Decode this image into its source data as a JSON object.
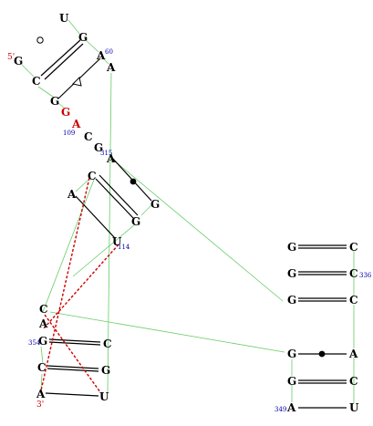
{
  "diagram": {
    "colors": {
      "base": "#000000",
      "highlight": "#cc0000",
      "number": "#0000aa",
      "backbone": "#66cc66",
      "pair": "#000000",
      "tertiary": "#cc0000"
    },
    "nucleotides": {
      "u_top": "U",
      "g_t1": "G",
      "a60": "A",
      "a_t2": "A",
      "g5": "G",
      "c_t3": "C",
      "g_t4": "G",
      "g_red": "G",
      "a_red": "A",
      "c_m1": "C",
      "g_m2": "G",
      "a315": "A",
      "c_m3": "C",
      "a_m4": "A",
      "g_m5": "G",
      "g_m6": "G",
      "u114": "U",
      "g_r1": "G",
      "c_r1": "C",
      "g_r2": "G",
      "c336": "C",
      "g_r3": "G",
      "c_r3": "C",
      "g_r4": "G",
      "a_r4": "A",
      "g_r5": "G",
      "c_r5": "C",
      "a349": "A",
      "u_r6": "U",
      "c_l1": "C",
      "a_l2": "A",
      "g354": "G",
      "c_l3": "C",
      "c_l4": "C",
      "g_l4": "G",
      "a_l5": "A",
      "u_l5": "U"
    },
    "labels": {
      "five_prime": "5'",
      "three_prime": "3'",
      "n60": "60",
      "n109": "109",
      "n315": "315",
      "n114": "114",
      "n336": "336",
      "n354": "354",
      "n349": "349"
    },
    "symbols": {
      "open_circle": "pair-symbol-circle",
      "open_triangle": "pair-symbol-triangle",
      "filled_dot_a": "pair-symbol-dot",
      "filled_dot_b": "pair-symbol-dot"
    }
  }
}
